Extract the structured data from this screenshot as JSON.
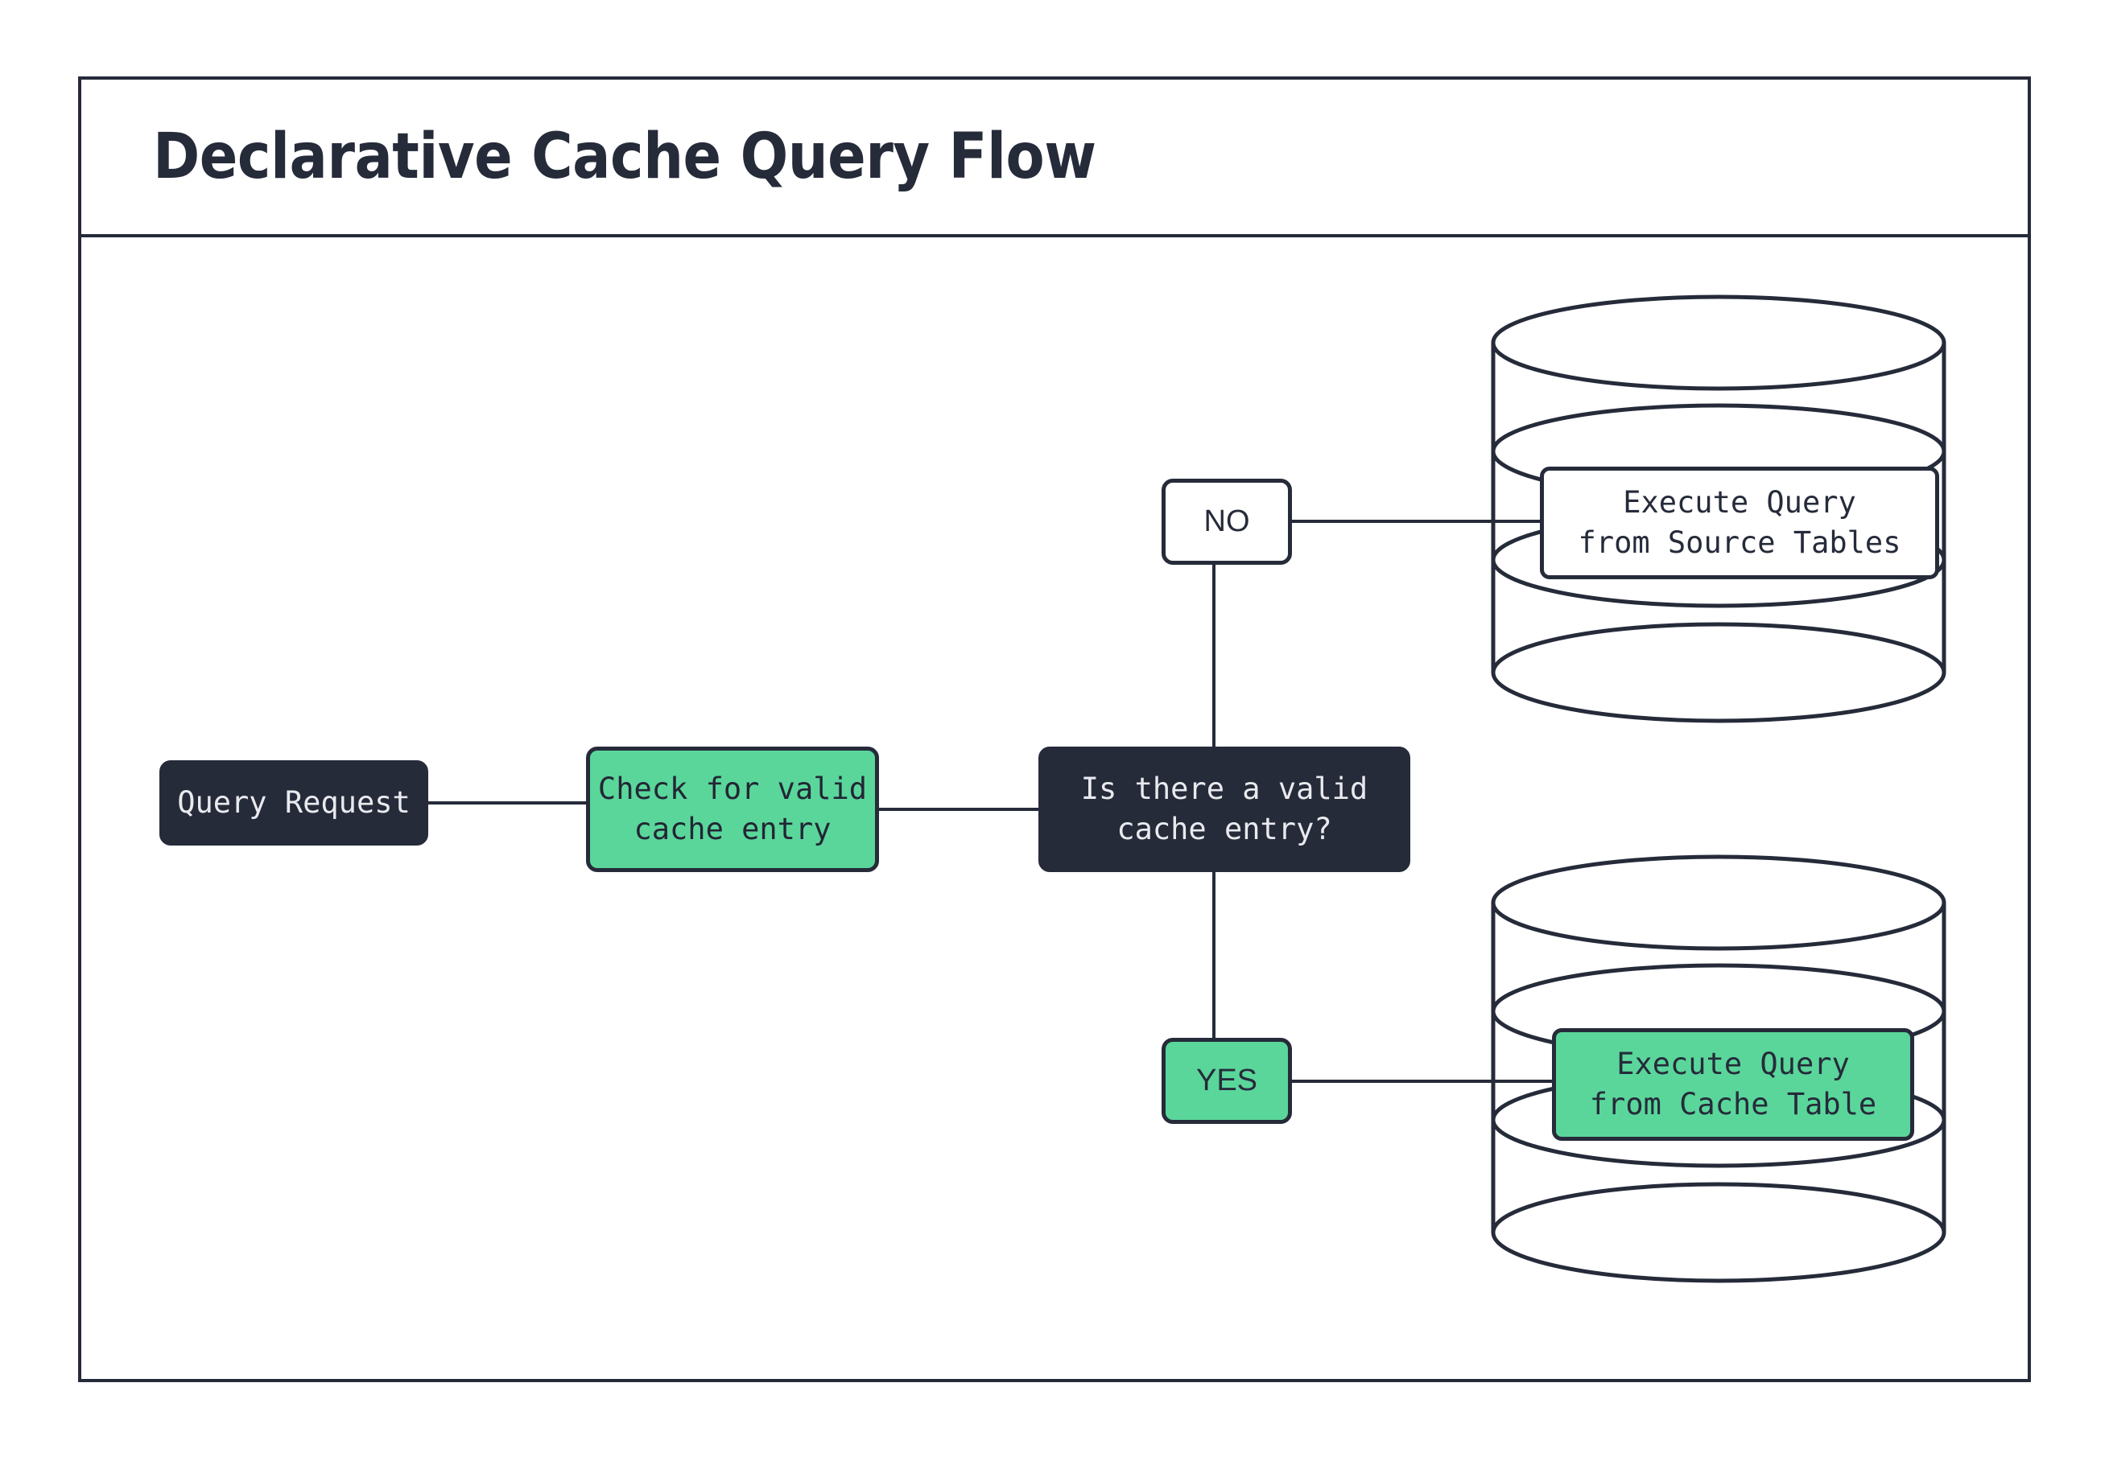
{
  "diagram": {
    "title": "Declarative Cache Query Flow",
    "colors": {
      "ink": "#262b3a",
      "green": "#5ad69b",
      "white": "#ffffff",
      "text_on_dark": "#e9eaee"
    },
    "nodes": {
      "query_request": "Query Request",
      "check_cache": "Check for valid\ncache entry",
      "decision": "Is there a valid\ncache entry?",
      "branch_no": "NO",
      "branch_yes": "YES",
      "source_db_label": "Execute Query\nfrom Source Tables",
      "cache_db_label": "Execute Query\nfrom Cache Table"
    },
    "edges": [
      {
        "from": "query_request",
        "to": "check_cache",
        "label": ""
      },
      {
        "from": "check_cache",
        "to": "decision",
        "label": ""
      },
      {
        "from": "decision",
        "to": "branch_no",
        "label": "NO"
      },
      {
        "from": "decision",
        "to": "branch_yes",
        "label": "YES"
      },
      {
        "from": "branch_no",
        "to": "source_db_label",
        "label": ""
      },
      {
        "from": "branch_yes",
        "to": "cache_db_label",
        "label": ""
      }
    ],
    "shapes": {
      "source_database": "database-cylinder",
      "cache_database": "database-cylinder"
    }
  }
}
